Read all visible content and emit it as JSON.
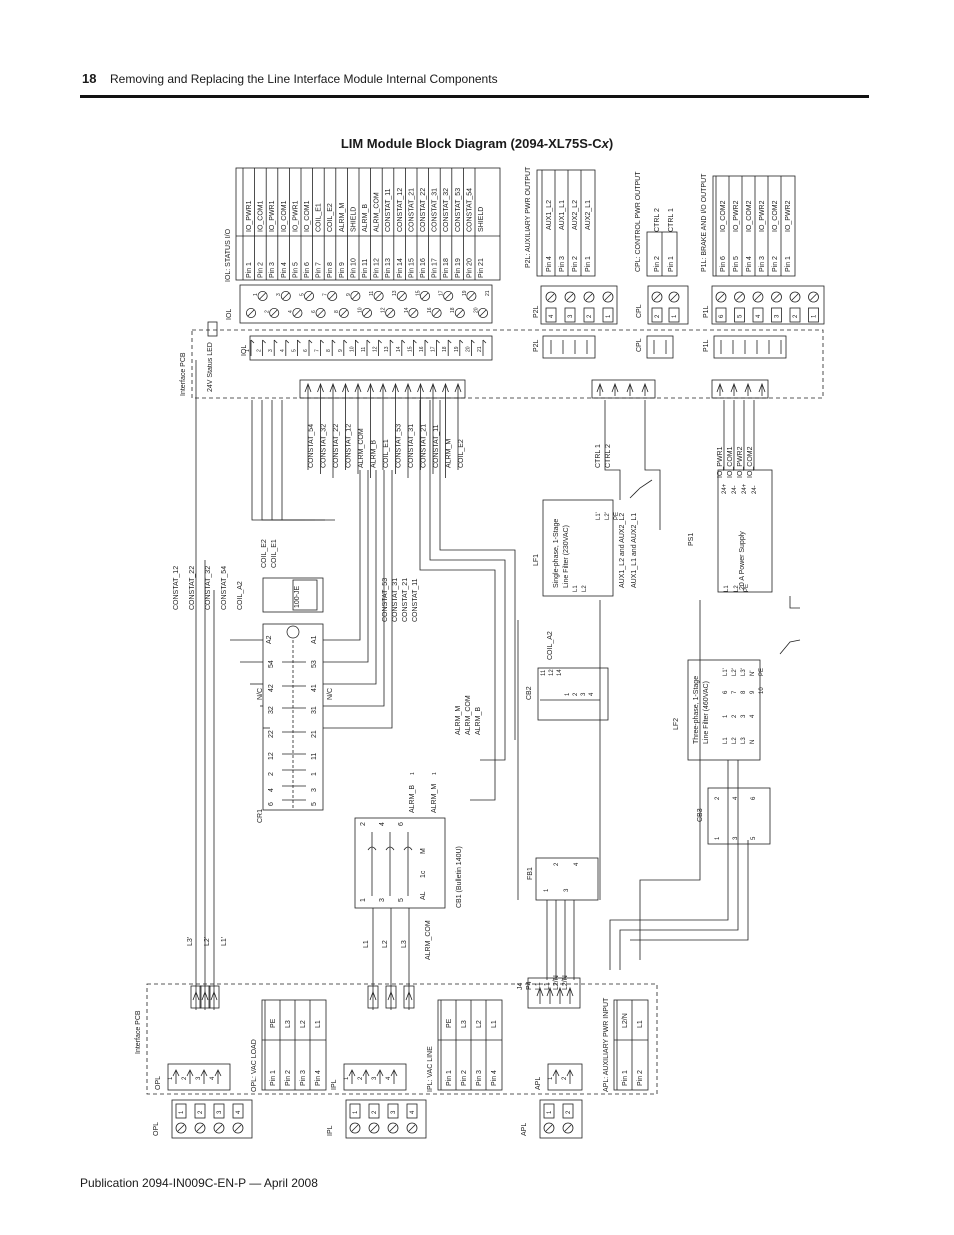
{
  "header": {
    "page_number": "18",
    "section_title": "Removing and Replacing the Line Interface Module Internal Components"
  },
  "diagram": {
    "title_prefix": "LIM Module Block Diagram (2094-XL75S-C",
    "title_italic": "x",
    "title_suffix": ")",
    "board_label_top": "Interface PCB",
    "board_label_bottom": "Interface PCB",
    "led_label": "24V Status LED",
    "connectors": {
      "iol": {
        "title": "IOL: STATUS I/O",
        "ref": "IOL",
        "pins": [
          [
            "Pin 1",
            "IO_PWR1"
          ],
          [
            "Pin 2",
            "IO_COM1"
          ],
          [
            "Pin 3",
            "IO_PWR1"
          ],
          [
            "Pin 4",
            "IO_COM1"
          ],
          [
            "Pin 5",
            "IO_PWR1"
          ],
          [
            "Pin 6",
            "IO_COM1"
          ],
          [
            "Pin 7",
            "COIL_E1"
          ],
          [
            "Pin 8",
            "COIL_E2"
          ],
          [
            "Pin 9",
            "ALRM_M"
          ],
          [
            "Pin 10",
            "SHIELD"
          ],
          [
            "Pin 11",
            "ALRM_B"
          ],
          [
            "Pin 12",
            "ALRM_COM"
          ],
          [
            "Pin 13",
            "CONSTAT_11"
          ],
          [
            "Pin 14",
            "CONSTAT_12"
          ],
          [
            "Pin 15",
            "CONSTAT_21"
          ],
          [
            "Pin 16",
            "CONSTAT_22"
          ],
          [
            "Pin 17",
            "CONSTAT_31"
          ],
          [
            "Pin 18",
            "CONSTAT_32"
          ],
          [
            "Pin 19",
            "CONSTAT_53"
          ],
          [
            "Pin 20",
            "CONSTAT_54"
          ],
          [
            "Pin 21",
            "SHIELD"
          ]
        ]
      },
      "p2l": {
        "title": "P2L: AUXILIARY PWR OUTPUT",
        "ref": "P2L",
        "pins": [
          [
            "Pin 4",
            "AUX1_L2"
          ],
          [
            "Pin 3",
            "AUX1_L1"
          ],
          [
            "Pin 2",
            "AUX2_L2"
          ],
          [
            "Pin 1",
            "AUX2_L1"
          ]
        ]
      },
      "cpl": {
        "title": "CPL: CONTROL PWR OUTPUT",
        "ref": "CPL",
        "pins": [
          [
            "Pin 2",
            "CTRL 2"
          ],
          [
            "Pin 1",
            "CTRL 1"
          ]
        ]
      },
      "p1l": {
        "title": "P1L: BRAKE AND I/O OUTPUT",
        "ref": "P1L",
        "pins": [
          [
            "Pin 6",
            "IO_COM2"
          ],
          [
            "Pin 5",
            "IO_PWR2"
          ],
          [
            "Pin 4",
            "IO_COM2"
          ],
          [
            "Pin 3",
            "IO_PWR2"
          ],
          [
            "Pin 2",
            "IO_COM2"
          ],
          [
            "Pin 1",
            "IO_PWR2"
          ]
        ]
      },
      "opl": {
        "title": "OPL: VAC LOAD",
        "ref": "OPL",
        "pins": [
          [
            "Pin 1",
            "PE"
          ],
          [
            "Pin 2",
            "L3"
          ],
          [
            "Pin 3",
            "L2"
          ],
          [
            "Pin 4",
            "L1"
          ]
        ]
      },
      "ipl": {
        "title": "IPL: VAC LINE",
        "ref": "IPL",
        "pins": [
          [
            "Pin 1",
            "PE"
          ],
          [
            "Pin 2",
            "L3"
          ],
          [
            "Pin 3",
            "L2"
          ],
          [
            "Pin 4",
            "L1"
          ]
        ]
      },
      "apl": {
        "title": "APL: AUXILIARY PWR INPUT",
        "ref": "APL",
        "pins": [
          [
            "Pin 1",
            "L2/N"
          ],
          [
            "Pin 2",
            "L1"
          ]
        ]
      }
    },
    "bus_labels_left": [
      "CONSTAT_54",
      "CONSTAT_32",
      "CONSTAT_22",
      "CONSTAT_12",
      "ALRM_COM",
      "ALRM_B",
      "COIL_E1",
      "CONSTAT_53",
      "CONSTAT_31",
      "CONSTAT_21",
      "CONSTAT_11",
      "ALRM_M",
      "COIL_E2"
    ],
    "bus_labels_ctrl": [
      "CTRL 1",
      "CTRL 2"
    ],
    "bus_labels_ps": [
      "IO_PWR1",
      "IO_COM1",
      "IO_PWR2",
      "IO_COM2"
    ],
    "contactor_labels_left": [
      "CONSTAT_12",
      "CONSTAT_22",
      "CONSTAT_32",
      "CONSTAT_54",
      "COIL_A2"
    ],
    "contactor_labels_right": [
      "CONSTAT_53",
      "CONSTAT_31",
      "CONSTAT_21",
      "CONSTAT_11"
    ],
    "coil_labels": [
      "COIL_E2",
      "COIL_E1"
    ],
    "contactor": {
      "ref": "CR1",
      "suffix": "100-JE",
      "nc_left": "N/C",
      "nc_right": "N/C"
    },
    "alarm_labels": [
      "ALRM_M",
      "ALRM_COM",
      "ALRM_B"
    ],
    "alarm_contact_labels": [
      "ALRM_B",
      "ALRM_M",
      "1",
      "1"
    ],
    "breaker_cb1": "CB1 (Bulletin 140U)",
    "breaker_cb2": "CB2",
    "breaker_cb3": "CB3",
    "coil_a2": "COIL_A2",
    "fuse_block": "FB1",
    "lf1": {
      "ref": "LF1",
      "line1": "Single-phase, 1-Stage",
      "line2": "Line Filter (230VAC)",
      "aux1": "AUX1_L2 and AUX2_L2",
      "aux2": "AUX1_L1 and AUX2_L1"
    },
    "lf2": {
      "ref": "LF2",
      "line1": "Three-phase, 1-Stage",
      "line2": "Line Filter (460VAC)"
    },
    "ps1": {
      "ref": "PS1",
      "label": "20 A Power Supply"
    },
    "line_labels_opl": [
      "L3'",
      "L2'",
      "L1'"
    ],
    "line_labels_ipl": [
      "L1",
      "L2",
      "L3"
    ],
    "alrm_com_low": "ALRM_COM",
    "j4_labels": [
      "J4",
      "P4",
      "L1",
      "L1",
      "L2/N",
      "L2/N"
    ]
  },
  "footer": {
    "publication": "Publication 2094-IN009C-EN-P — April 2008"
  }
}
